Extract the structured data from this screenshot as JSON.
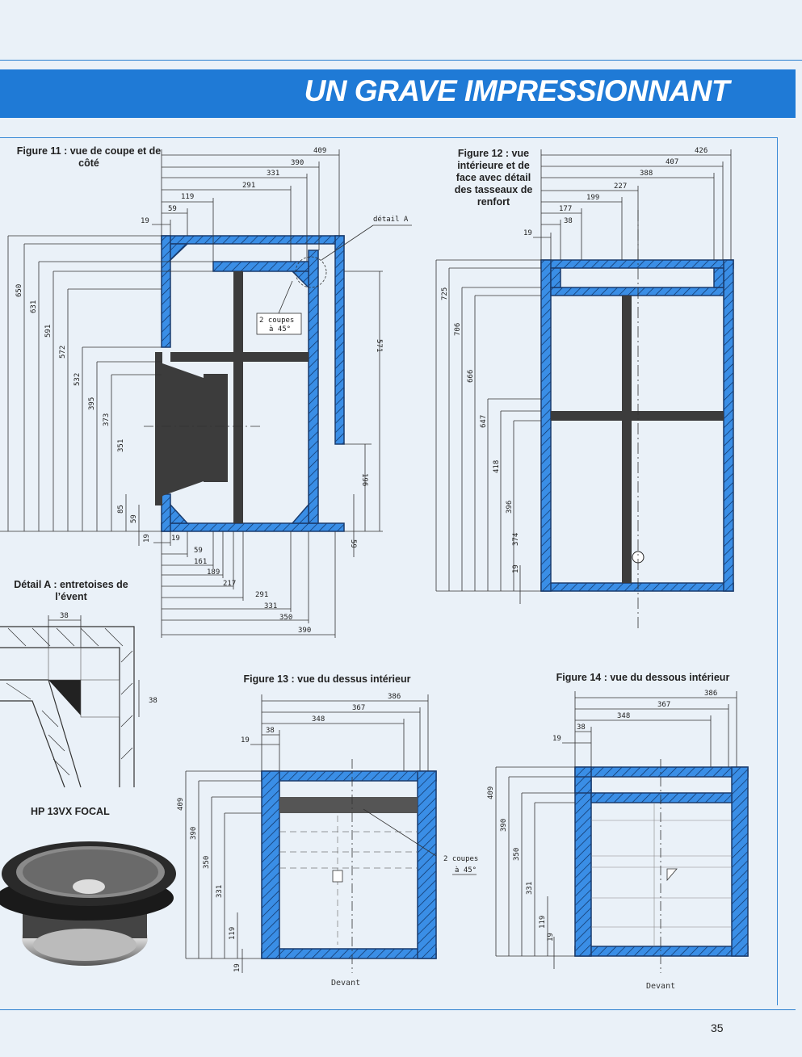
{
  "header": {
    "title": "UN GRAVE IMPRESSIONNANT"
  },
  "captions": {
    "fig11": "Figure 11 : vue de coupe et de côté",
    "fig12": "Figure 12 : vue intérieure et de face avec détail des tasseaux de renfort",
    "detailA": "Détail A : entretoises de l’évent",
    "fig13": "Figure 13 : vue du dessus intérieur",
    "fig14": "Figure 14 : vue du dessous intérieur",
    "hp": "HP 13VX FOCAL"
  },
  "labels": {
    "detail_a": "détail A",
    "coupes_1": "2 coupes",
    "coupes_2": "à 45°",
    "devant": "Devant"
  },
  "page_number": "35",
  "fig11_dims": {
    "top": [
      "409",
      "390",
      "331",
      "291",
      "119",
      "59",
      "19"
    ],
    "left": [
      "650",
      "631",
      "591",
      "572",
      "532",
      "395",
      "373",
      "351",
      "85",
      "59",
      "19"
    ],
    "right": [
      "571",
      "196",
      "59"
    ],
    "bottom": [
      "19",
      "59",
      "161",
      "189",
      "217",
      "291",
      "331",
      "350",
      "390"
    ]
  },
  "fig12_dims": {
    "top": [
      "426",
      "407",
      "388",
      "227",
      "199",
      "177",
      "38",
      "19"
    ],
    "left": [
      "725",
      "706",
      "666",
      "647",
      "418",
      "396",
      "374",
      "19"
    ]
  },
  "detail_dim": [
    "38",
    "38"
  ],
  "fig13_dims": {
    "top": [
      "386",
      "367",
      "348",
      "38",
      "19"
    ],
    "left": [
      "409",
      "390",
      "350",
      "331",
      "119",
      "19"
    ]
  },
  "fig14_dims": {
    "top": [
      "386",
      "367",
      "348",
      "38",
      "19"
    ],
    "left": [
      "409",
      "390",
      "350",
      "331",
      "119",
      "19"
    ]
  },
  "colors": {
    "banner": "#1f7ad6",
    "wall": "#3a8ee6",
    "page": "#eaf1f8"
  }
}
